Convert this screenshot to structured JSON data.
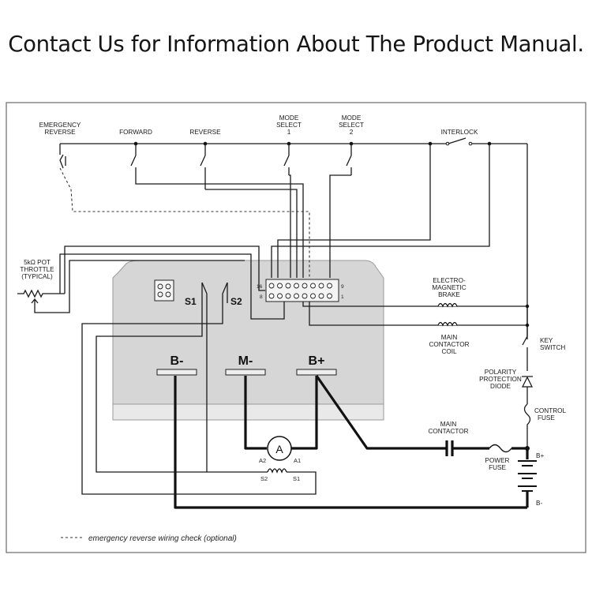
{
  "headline": "Contact Us for Information About The Product Manual.",
  "labels": {
    "emergency_reverse": [
      "EMERGENCY",
      "REVERSE"
    ],
    "forward": "FORWARD",
    "reverse": "REVERSE",
    "mode_select_1": [
      "MODE",
      "SELECT",
      "1"
    ],
    "mode_select_2": [
      "MODE",
      "SELECT",
      "2"
    ],
    "interlock": "INTERLOCK",
    "pot_throttle": [
      "5kΩ POT",
      "THROTTLE",
      "(TYPICAL)"
    ],
    "em_brake": [
      "ELECTRO-",
      "MAGNETIC",
      "BRAKE"
    ],
    "main_contactor_coil": [
      "MAIN",
      "CONTACTOR",
      "COIL"
    ],
    "key_switch": [
      "KEY",
      "SWITCH"
    ],
    "polarity_diode": [
      "POLARITY",
      "PROTECTION",
      "DIODE"
    ],
    "control_fuse": [
      "CONTROL",
      "FUSE"
    ],
    "main_contactor": [
      "MAIN",
      "CONTACTOR"
    ],
    "power_fuse": [
      "POWER",
      "FUSE"
    ],
    "b_plus_batt": "B+",
    "b_minus_batt": "B-"
  },
  "controller": {
    "s1": "S1",
    "s2": "S2",
    "pin_16": "16",
    "pin_9": "9",
    "pin_8": "8",
    "pin_1": "1",
    "term_b_minus": "B-",
    "term_m_minus": "M-",
    "term_b_plus": "B+"
  },
  "motor": {
    "armature": "A",
    "a1": "A1",
    "a2": "A2",
    "s1": "S1",
    "s2": "S2"
  },
  "legend": "emergency reverse wiring check (optional)",
  "colors": {
    "controller_fill": "#d6d6d6",
    "controller_base": "#e9e9e9",
    "line": "#1a1a1a",
    "frame": "#6a6a6a"
  }
}
